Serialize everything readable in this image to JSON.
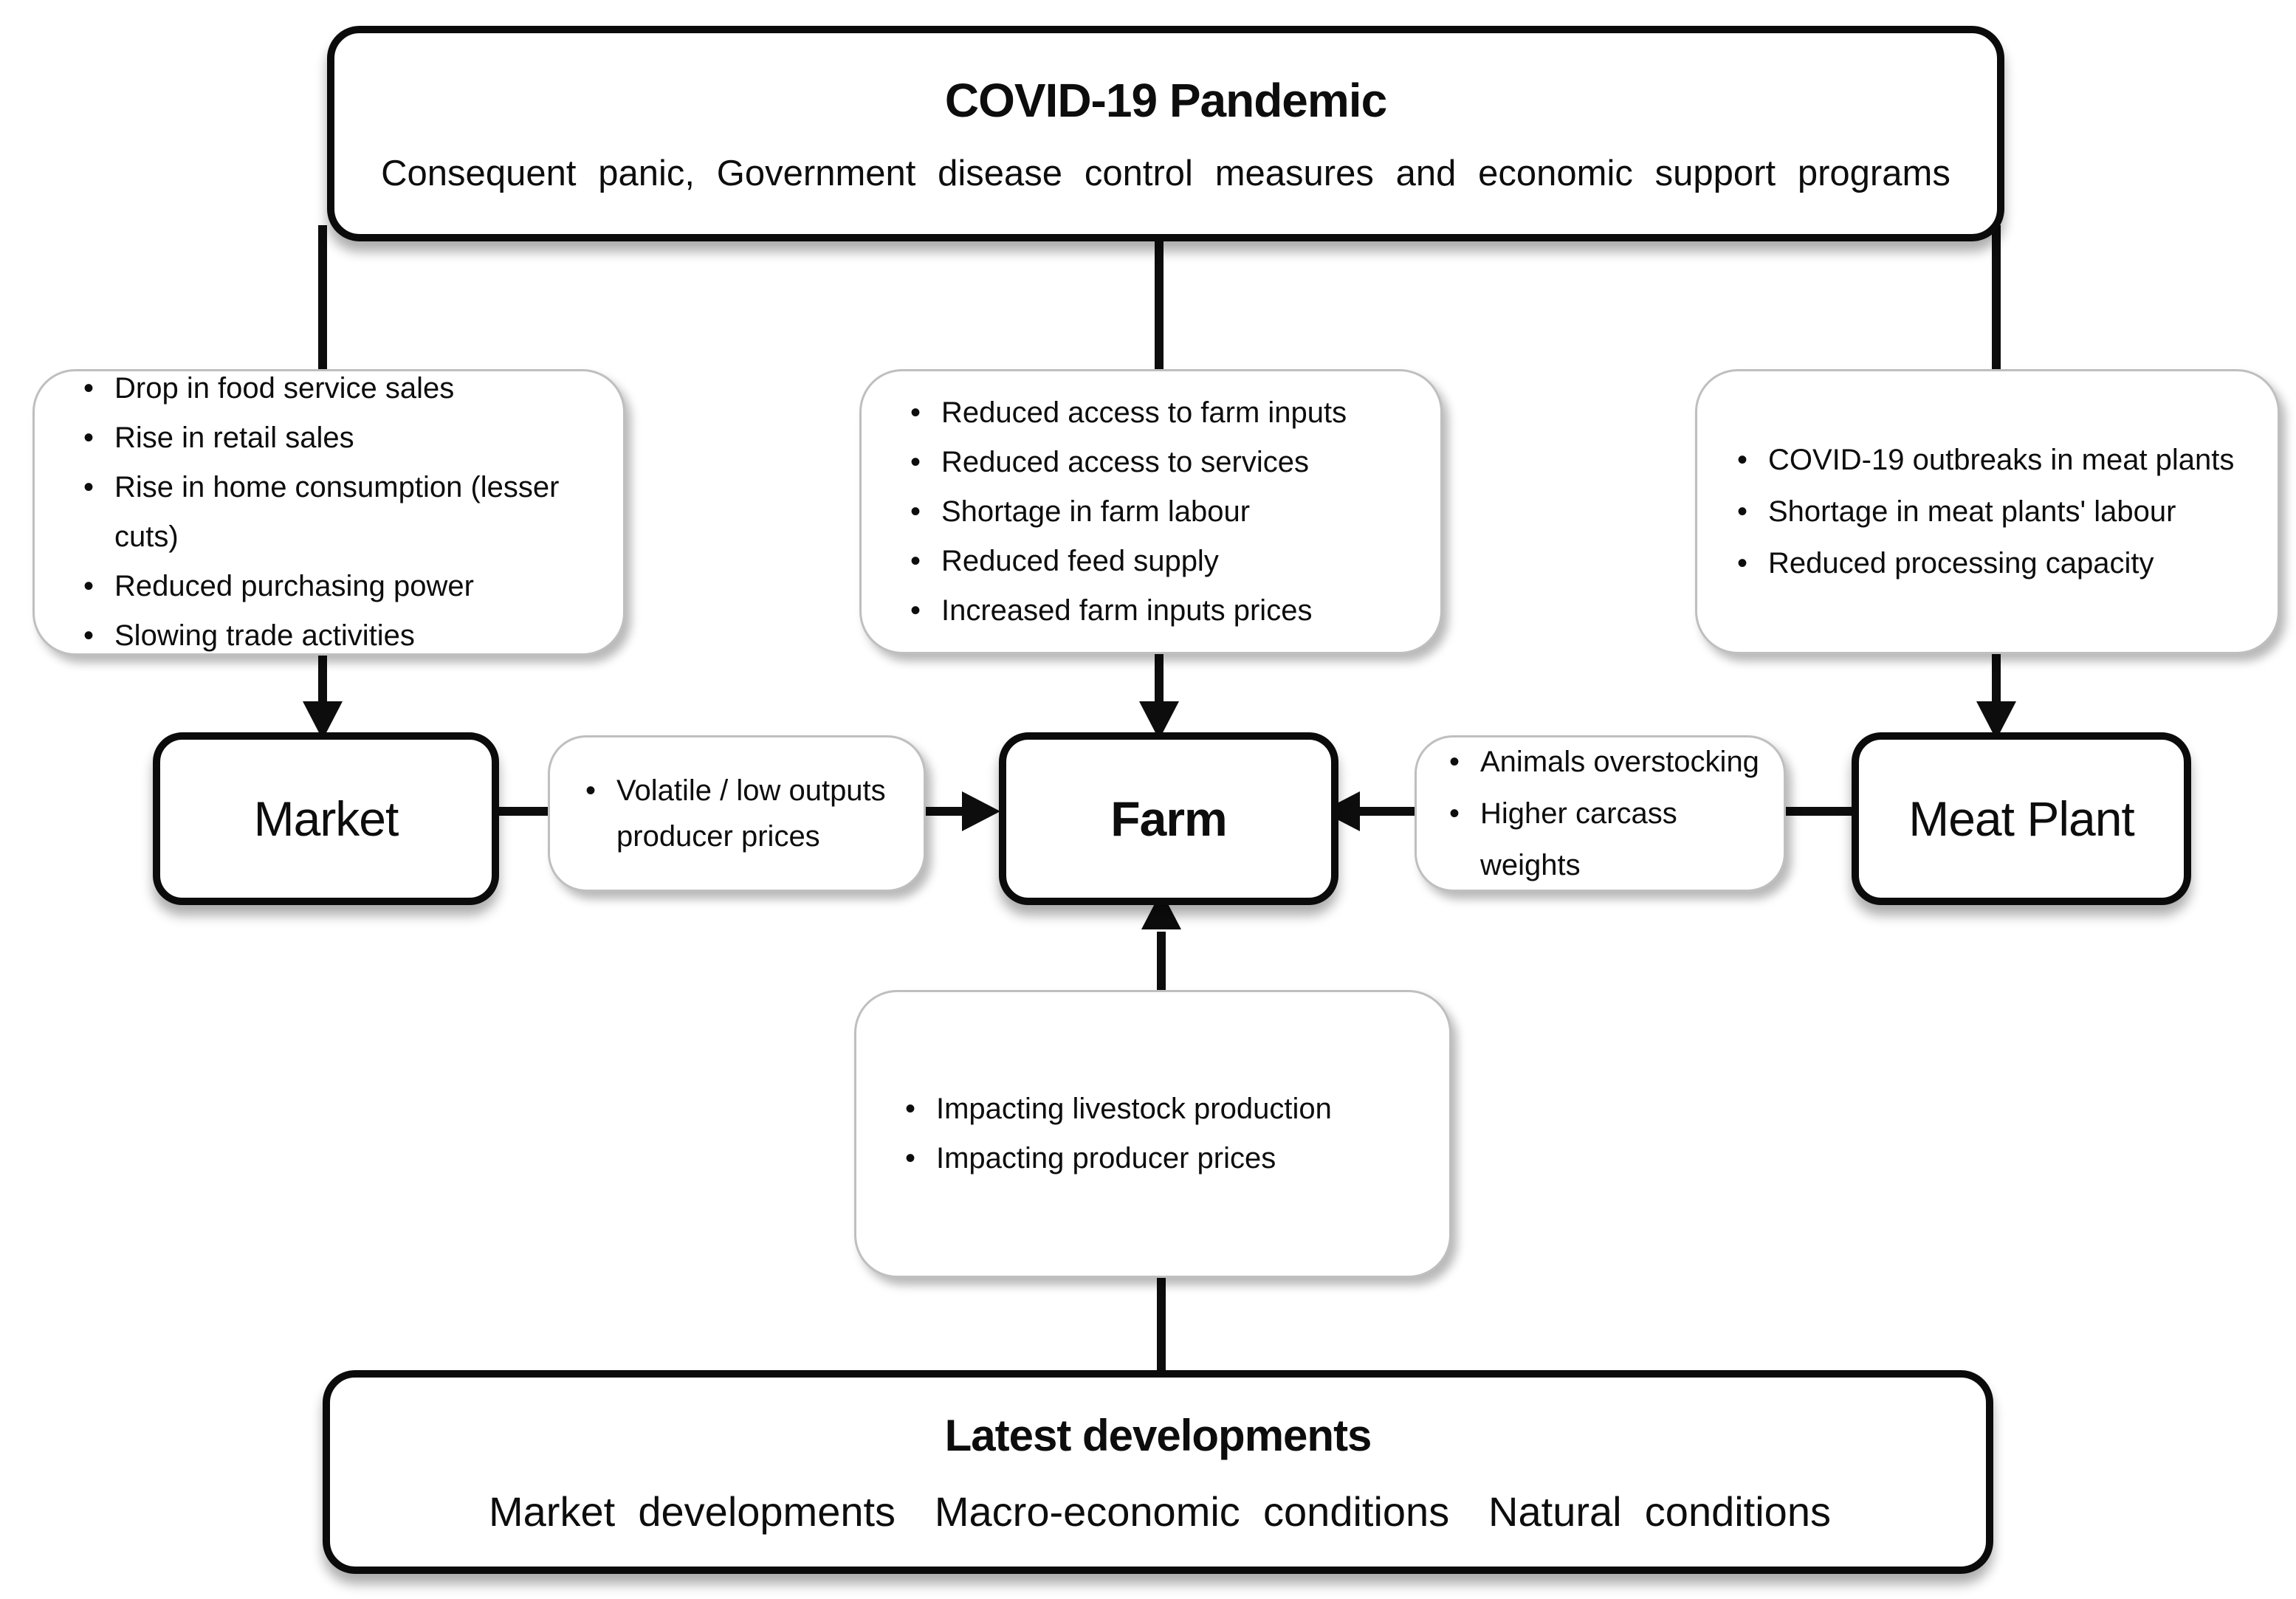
{
  "colors": {
    "line": "#0d0d0d",
    "card_border": "#bfbfbf",
    "background": "#ffffff"
  },
  "top_box": {
    "title": "COVID-19 Pandemic",
    "subtitle": "Consequent panic, Government disease control measures and economic support programs"
  },
  "market_effects": {
    "items": [
      "Drop in food service sales",
      "Rise in retail sales",
      "Rise in home consumption (lesser cuts)",
      "Reduced purchasing power",
      "Slowing trade activities"
    ]
  },
  "farm_effects": {
    "items": [
      "Reduced access to farm inputs",
      "Reduced access to services",
      "Shortage in farm labour",
      "Reduced feed supply",
      "Increased farm inputs prices"
    ]
  },
  "meat_plant_effects": {
    "items": [
      "COVID-19 outbreaks in meat plants",
      "Shortage in meat plants' labour",
      "Reduced processing capacity"
    ]
  },
  "market_box": {
    "label": "Market"
  },
  "farm_box": {
    "label": "Farm"
  },
  "meat_plant_box": {
    "label": "Meat Plant"
  },
  "market_to_farm": {
    "items": [
      "Volatile / low outputs producer prices"
    ]
  },
  "meat_plant_to_farm": {
    "items": [
      "Animals overstocking",
      "Higher carcass weights"
    ]
  },
  "farm_feedback": {
    "items": [
      "Impacting livestock production",
      "Impacting producer prices"
    ]
  },
  "bottom_box": {
    "title": "Latest developments",
    "items": [
      "Market developments",
      "Macro-economic conditions",
      "Natural conditions"
    ]
  }
}
